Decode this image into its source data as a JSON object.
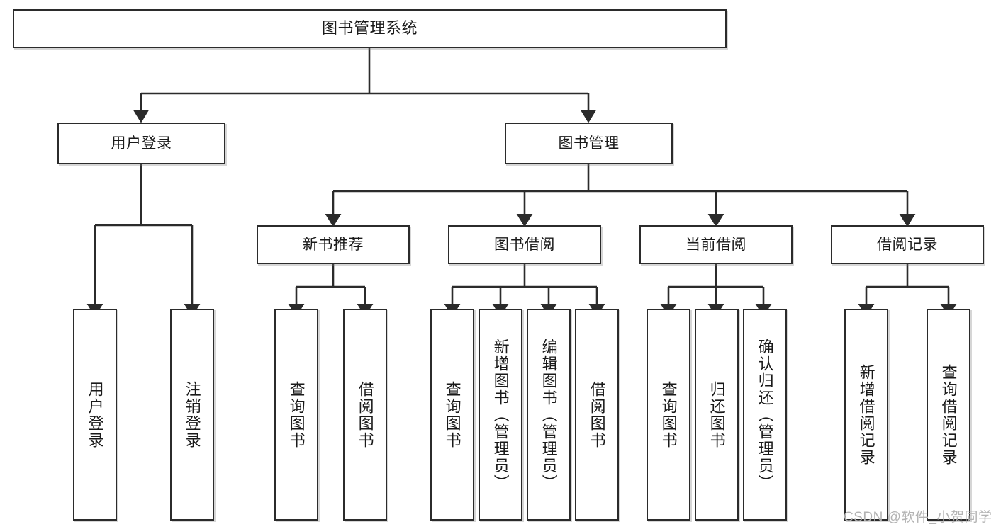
{
  "diagram": {
    "type": "tree",
    "title": "图书管理系统",
    "colors": {
      "stroke": "#2b2b2b",
      "fill": "#ffffff",
      "text": "#1a1a1a",
      "watermark": "#b3b3b3"
    },
    "root": {
      "label": "图书管理系统"
    },
    "level2": [
      {
        "label": "用户登录"
      },
      {
        "label": "图书管理"
      }
    ],
    "level3": [
      {
        "label": "新书推荐"
      },
      {
        "label": "图书借阅"
      },
      {
        "label": "当前借阅"
      },
      {
        "label": "借阅记录"
      }
    ],
    "leaves": {
      "user_login": [
        {
          "label": "用户登录"
        },
        {
          "label": "注销登录"
        }
      ],
      "new_book": [
        {
          "label": "查询图书"
        },
        {
          "label": "借阅图书"
        }
      ],
      "book_borrow": [
        {
          "label": "查询图书"
        },
        {
          "label": "新增图书（管理员）"
        },
        {
          "label": "编辑图书（管理员）"
        },
        {
          "label": "借阅图书"
        }
      ],
      "current_borrow": [
        {
          "label": "查询图书"
        },
        {
          "label": "归还图书"
        },
        {
          "label": "确认归还（管理员）"
        }
      ],
      "borrow_record": [
        {
          "label": "新增借阅记录"
        },
        {
          "label": "查询借阅记录"
        }
      ]
    }
  },
  "watermark": {
    "text": "CSDN @软件_小贺同学"
  }
}
